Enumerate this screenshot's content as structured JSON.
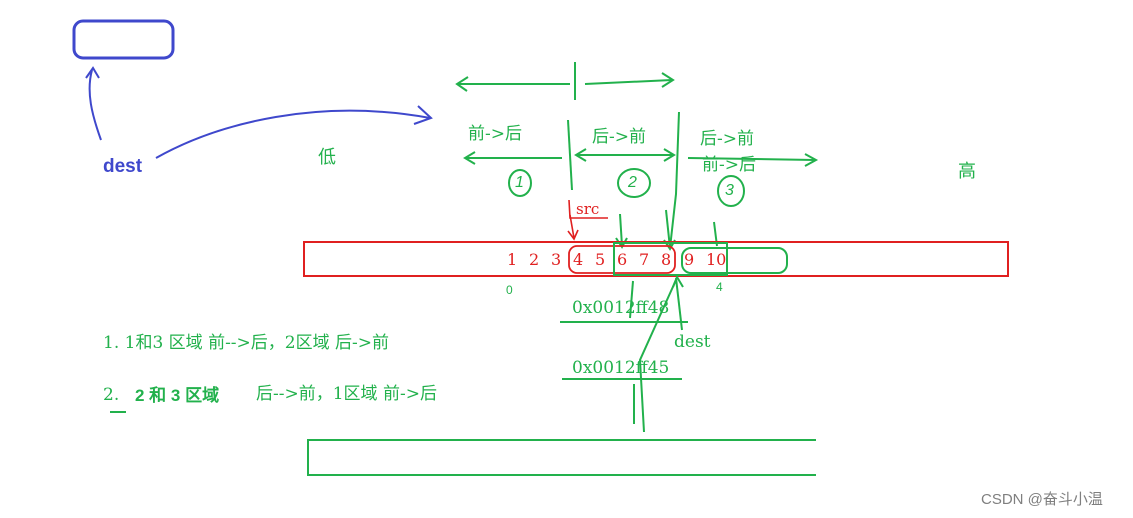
{
  "labels": {
    "dest_top": "dest",
    "low": "低",
    "high": "高",
    "region1_dir": "前->后",
    "region2_dir": "后->前",
    "region3_dir_a": "后->前",
    "region3_dir_b": "前->后",
    "region1_num": "1",
    "region2_num": "2",
    "region3_num": "3",
    "src": "src",
    "array_values": [
      "1",
      "2",
      "3",
      "4",
      "5",
      "6",
      "7",
      "8",
      "9",
      "10"
    ],
    "index_start": "0",
    "index_end": "4",
    "addr_1": "0x0012ff48",
    "dest_mid": "dest",
    "addr_2": "0x0012ff45",
    "rule_1": "1.  1和3 区域   前-->后，2区域 后->前",
    "rule_2_num": "2.",
    "rule_2_bold": "2 和 3 区域",
    "rule_2_rest": "后-->前，1区域  前->后",
    "watermark": "CSDN @奋斗小温"
  },
  "colors": {
    "red": "#e02020",
    "green": "#22b14c",
    "blue": "#3f48cc",
    "gray": "#7f7f7f"
  }
}
